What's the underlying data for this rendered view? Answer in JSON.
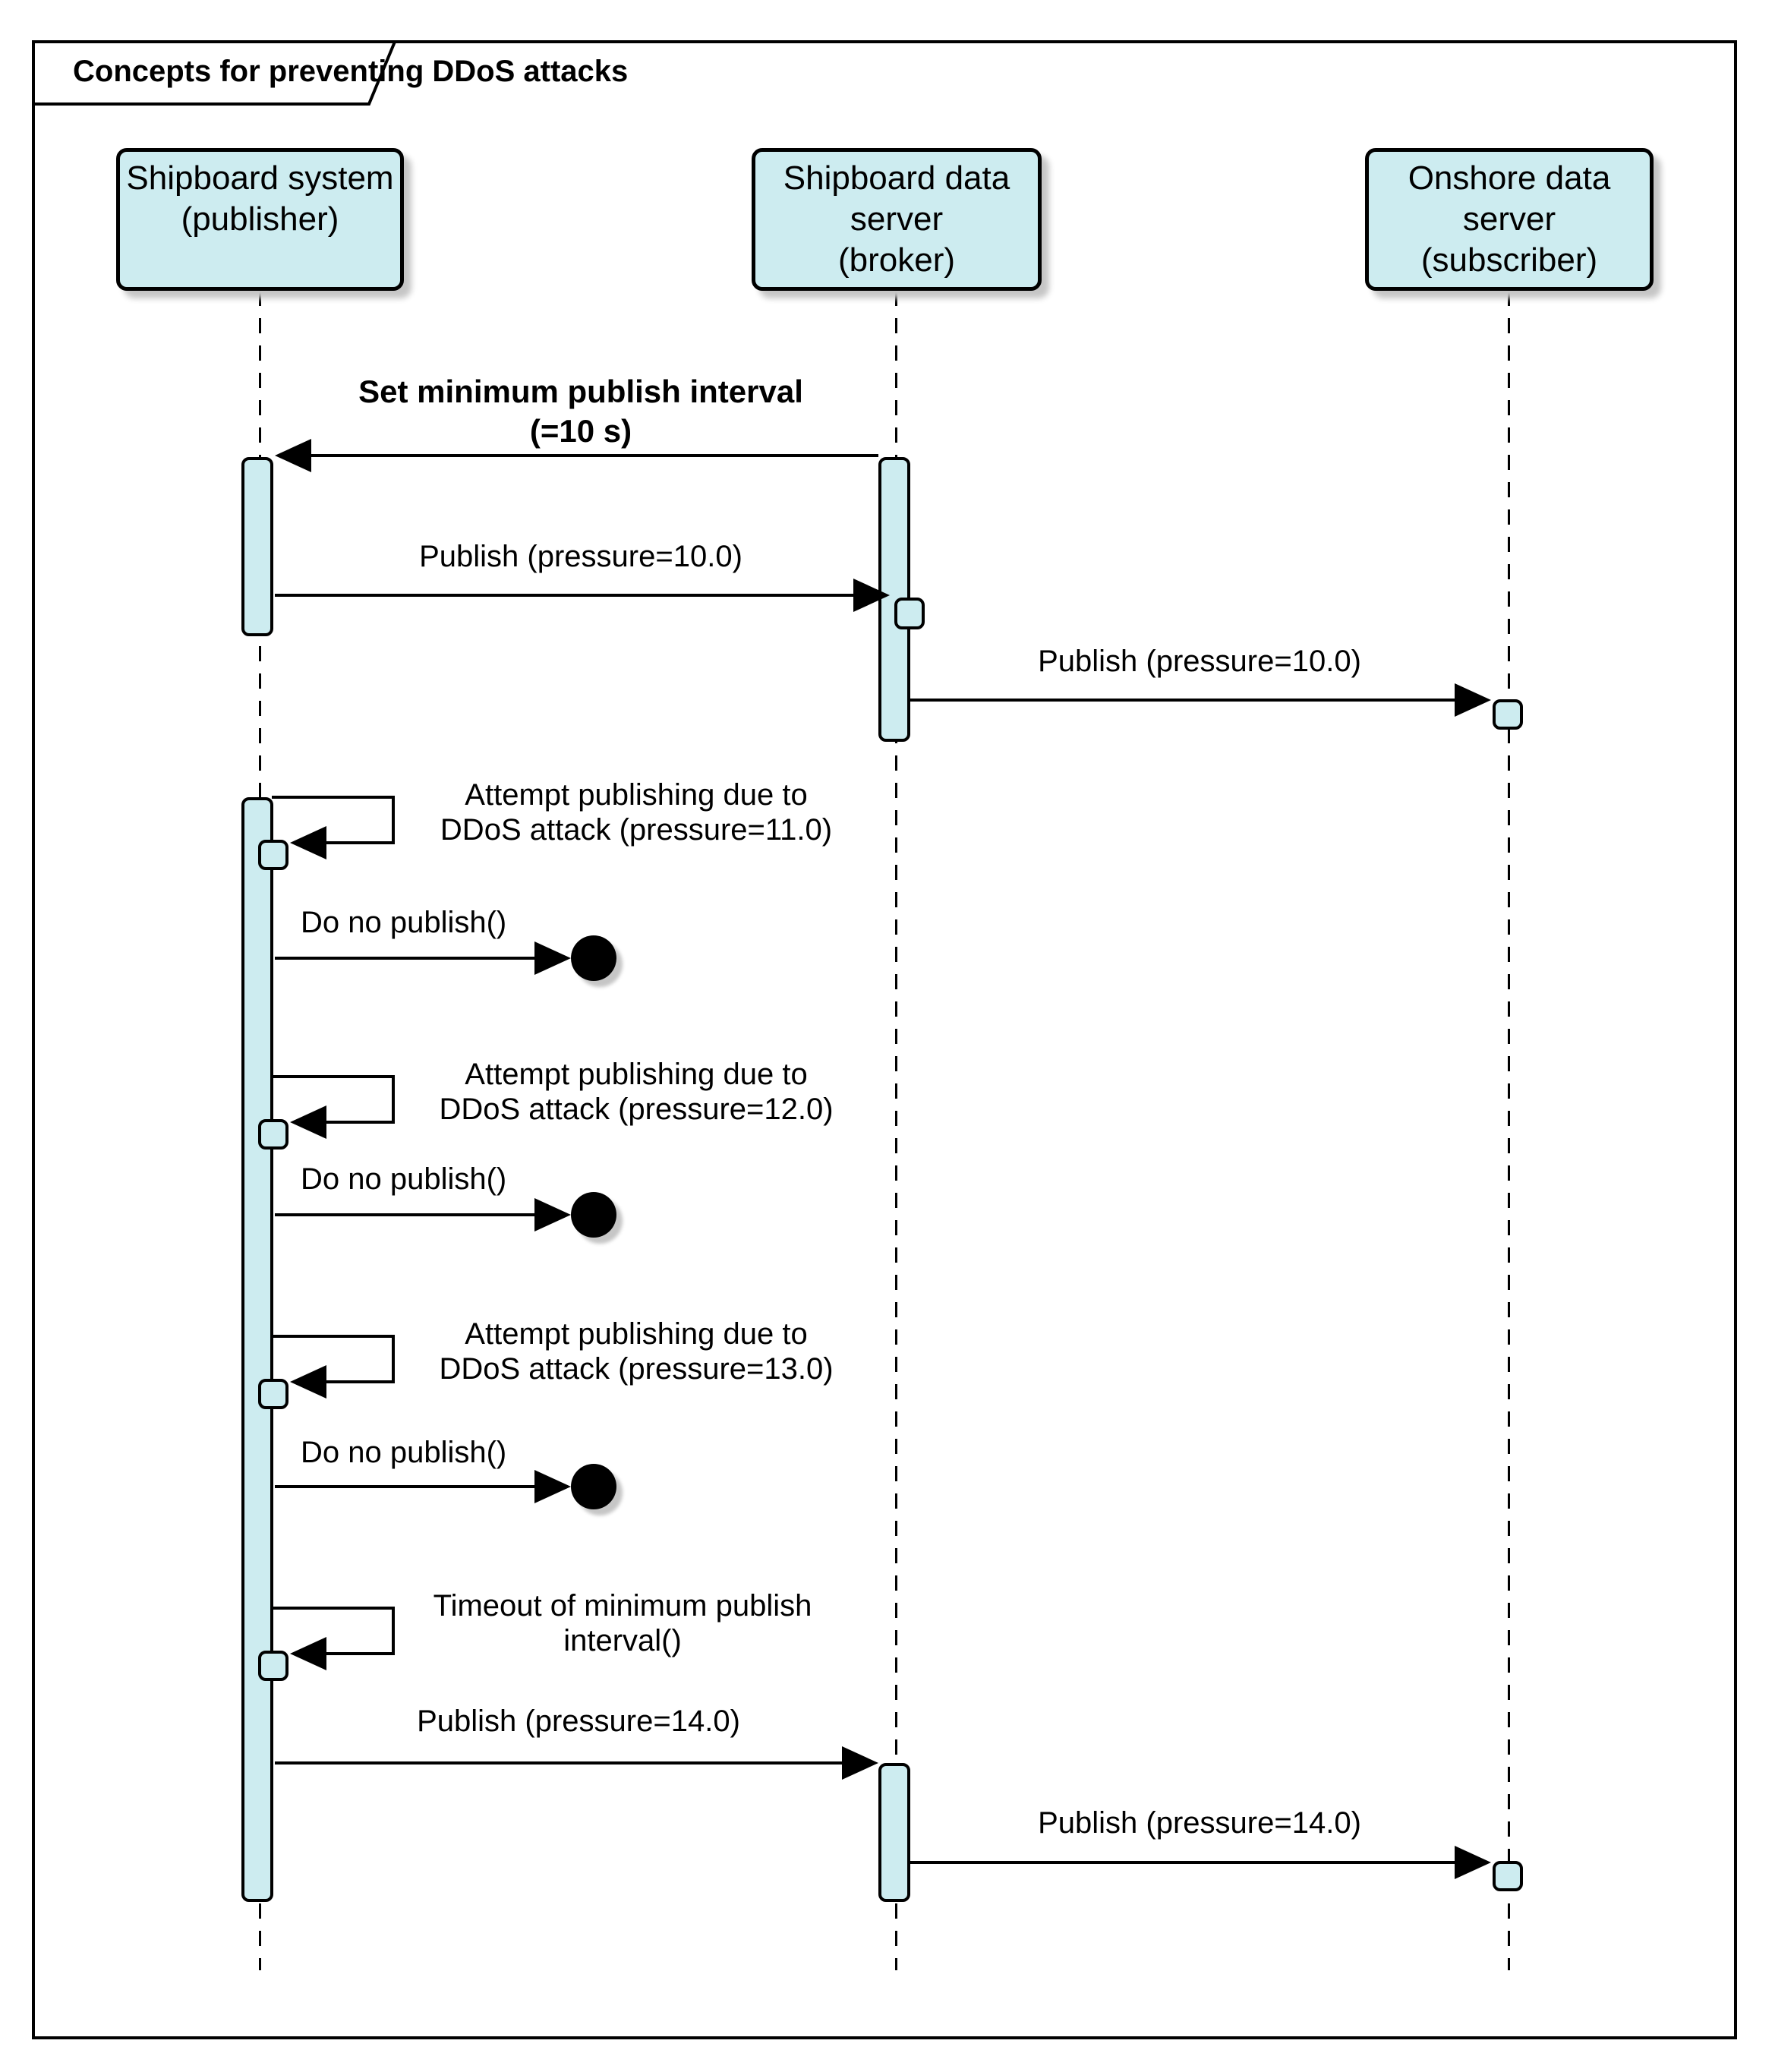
{
  "diagram": {
    "title": "Concepts for preventing DDoS attacks"
  },
  "colors": {
    "fill": "#cdecf0",
    "line": "#000000",
    "shadow": "#c6c6c6",
    "background": "#ffffff"
  },
  "participants": [
    {
      "id": "publisher",
      "label": "Shipboard system\n(publisher)"
    },
    {
      "id": "broker",
      "label": "Shipboard data\nserver\n(broker)"
    },
    {
      "id": "subscriber",
      "label": "Onshore data\nserver\n(subscriber)"
    }
  ],
  "messages": [
    {
      "id": "set_min_publish_interval",
      "from": "broker",
      "to": "publisher",
      "kind": "call",
      "label": "Set minimum publish interval\n(=10 s)"
    },
    {
      "id": "publish_10_to_broker",
      "from": "publisher",
      "to": "broker",
      "kind": "call",
      "label": "Publish (pressure=10.0)"
    },
    {
      "id": "publish_10_to_subscriber",
      "from": "broker",
      "to": "subscriber",
      "kind": "call",
      "label": "Publish (pressure=10.0)"
    },
    {
      "id": "attempt_publish_11",
      "from": "publisher",
      "to": "publisher",
      "kind": "self",
      "label": "Attempt publishing due to\nDDoS attack (pressure=11.0)"
    },
    {
      "id": "do_no_publish_1",
      "from": "publisher",
      "to": "lost",
      "kind": "lost",
      "label": "Do no publish()"
    },
    {
      "id": "attempt_publish_12",
      "from": "publisher",
      "to": "publisher",
      "kind": "self",
      "label": "Attempt publishing due to\nDDoS attack (pressure=12.0)"
    },
    {
      "id": "do_no_publish_2",
      "from": "publisher",
      "to": "lost",
      "kind": "lost",
      "label": "Do no publish()"
    },
    {
      "id": "attempt_publish_13",
      "from": "publisher",
      "to": "publisher",
      "kind": "self",
      "label": "Attempt publishing due to\nDDoS attack (pressure=13.0)"
    },
    {
      "id": "do_no_publish_3",
      "from": "publisher",
      "to": "lost",
      "kind": "lost",
      "label": "Do no publish()"
    },
    {
      "id": "timeout_min_interval",
      "from": "publisher",
      "to": "publisher",
      "kind": "self",
      "label": "Timeout of minimum publish\ninterval()"
    },
    {
      "id": "publish_14_to_broker",
      "from": "publisher",
      "to": "broker",
      "kind": "call",
      "label": "Publish (pressure=14.0)"
    },
    {
      "id": "publish_14_to_subscriber",
      "from": "broker",
      "to": "subscriber",
      "kind": "call",
      "label": "Publish (pressure=14.0)"
    }
  ]
}
